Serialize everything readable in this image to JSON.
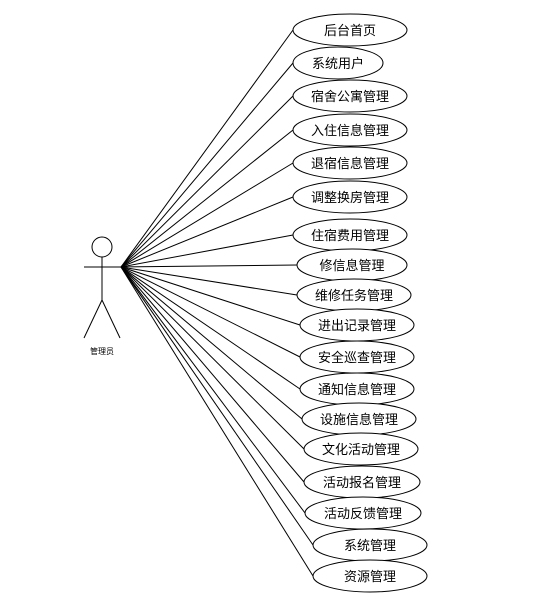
{
  "actor": {
    "label": "管理员"
  },
  "use_cases": [
    "后台首页",
    "系统用户",
    "宿舍公寓管理",
    "入住信息管理",
    "退宿信息管理",
    "调整换房管理",
    "住宿费用管理",
    "修信息管理",
    "维修任务管理",
    "进出记录管理",
    "安全巡查管理",
    "通知信息管理",
    "设施信息管理",
    "文化活动管理",
    "活动报名管理",
    "活动反馈管理",
    "系统管理",
    "资源管理"
  ],
  "colors": {
    "stroke": "#000000",
    "background": "#ffffff"
  }
}
